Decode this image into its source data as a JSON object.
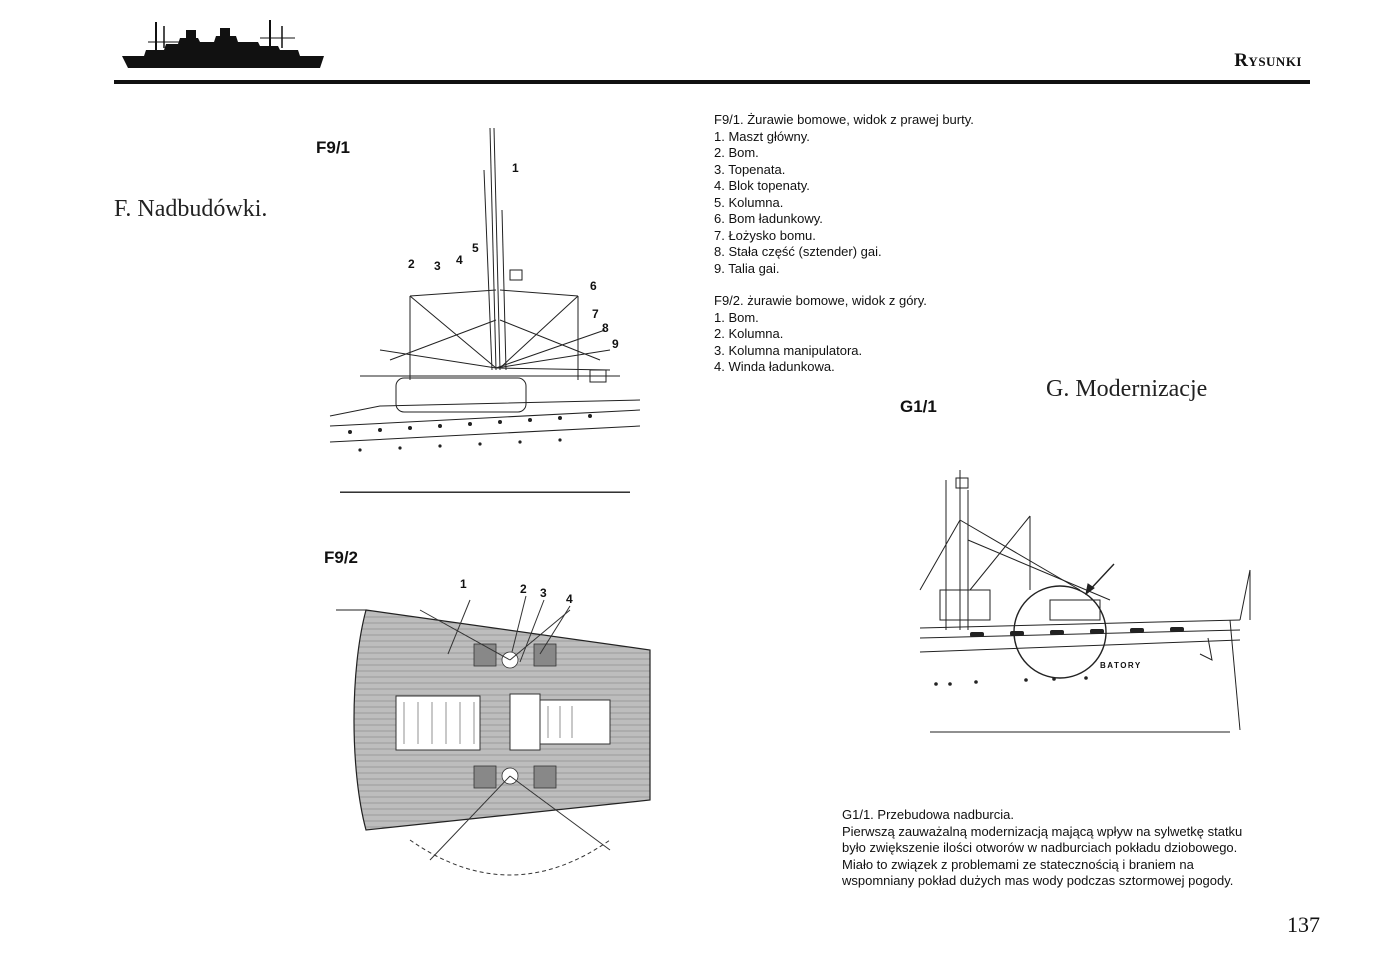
{
  "header": {
    "section_label": "Rysunki"
  },
  "sections": {
    "f_title": "F. Nadbudówki.",
    "g_title": "G. Modernizacje"
  },
  "figures": {
    "f9_1": {
      "label": "F9/1",
      "callouts": [
        "1",
        "2",
        "3",
        "4",
        "5",
        "6",
        "7",
        "8",
        "9"
      ]
    },
    "f9_2": {
      "label": "F9/2",
      "callouts": [
        "1",
        "2",
        "3",
        "4"
      ]
    },
    "g1_1": {
      "label": "G1/1",
      "ship_name": "BATORY"
    }
  },
  "legend_f9_1": {
    "title": "F9/1. Żurawie bomowe, widok z prawej burty.",
    "items": [
      "1. Maszt główny.",
      "2. Bom.",
      "3. Topenata.",
      "4. Blok topenaty.",
      "5. Kolumna.",
      "6. Bom ładunkowy.",
      "7. Łożysko bomu.",
      "8. Stała część (sztender) gai.",
      "9. Talia gai."
    ]
  },
  "legend_f9_2": {
    "title": "F9/2. żurawie bomowe, widok z góry.",
    "items": [
      "1. Bom.",
      "2. Kolumna.",
      "3. Kolumna manipulatora.",
      "4. Winda ładunkowa."
    ]
  },
  "caption_g1_1": {
    "title": "G1/1. Przebudowa nadburcia.",
    "lines": [
      "Pierwszą zauważalną modernizacją mającą wpływ na sylwetkę statku",
      "było zwiększenie ilości otworów w nadburciach pokładu dziobowego.",
      "Miało to związek z problemami ze statecznością i braniem na",
      "wspomniany pokład dużych mas wody podczas sztormowej pogody."
    ]
  },
  "footer": {
    "page_number": "137"
  }
}
